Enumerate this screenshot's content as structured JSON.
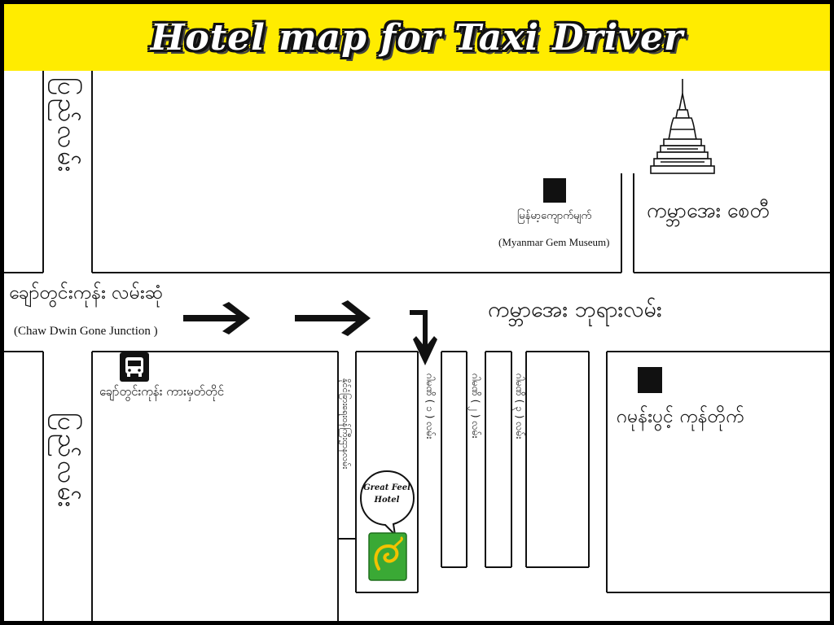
{
  "title": "Hotel map for Taxi Driver",
  "colors": {
    "banner": "#ffec00",
    "border": "#000000",
    "logo_green": "#3aa935",
    "logo_yellow": "#f2c200"
  },
  "roads": {
    "left_road_top": "ပြည်လမ်း",
    "left_road_bottom": "ပြည်လမ်း",
    "junction": "ချော်တွင်းကုန်း လမ်းဆုံ",
    "junction_en": "(Chaw Dwin Gone Junction )",
    "main_road": "ကမ္ဘာအေး ဘုရားလမ်း",
    "side_street_1": "နိုင်ငံခြားရေးဝန်ကြီးဌာနလမ်း",
    "side_street_2": "ဂါမဏိ ( ၁ ) လမ်း",
    "side_street_3": "ဂါမဏိ ( ၂ ) လမ်း",
    "side_street_4": "ဂါမဏိ ( ၃ ) လမ်း"
  },
  "landmarks": {
    "gem_museum": "မြန်မာ့ကျောက်မျက်",
    "gem_museum_en": "(Myanmar Gem Museum)",
    "pagoda": "ကမ္ဘာအေး စေတီ",
    "bus_stop": "ချော်တွင်းကုန်း ကားမှတ်တိုင်",
    "market": "ဂမုန်းပွင့် ကုန်တိုက်"
  },
  "hotel": {
    "bubble_line_1": "Great Feel",
    "bubble_line_2": "Hotel"
  },
  "icons": [
    "bus-icon",
    "museum-marker-icon",
    "market-marker-icon",
    "pagoda-icon",
    "arrow-right-icon",
    "arrow-down-icon",
    "hotel-logo-icon"
  ]
}
